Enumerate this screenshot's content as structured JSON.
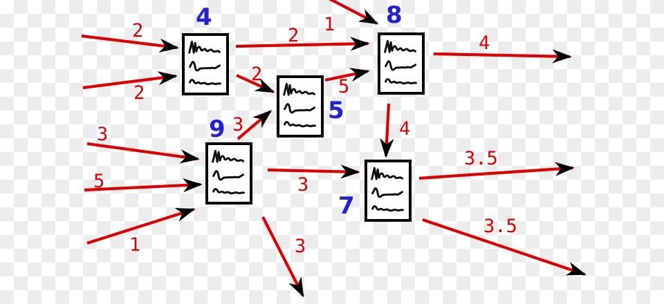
{
  "colors": {
    "edge": "#dd0000",
    "edge_label": "#dd0000",
    "node_label": "#2222d3",
    "node_border": "#000000",
    "node_fill": "#ffffff",
    "arrowhead": "#000000",
    "checker_light": "#ffffff",
    "checker_dark": "#ececec"
  },
  "nodes": [
    {
      "id": "4",
      "label": "4"
    },
    {
      "id": "8",
      "label": "8"
    },
    {
      "id": "5",
      "label": "5"
    },
    {
      "id": "9",
      "label": "9"
    },
    {
      "id": "7",
      "label": "7"
    }
  ],
  "edges": [
    {
      "from": "offscreen-left",
      "to": "4",
      "weight": "2"
    },
    {
      "from": "offscreen-left",
      "to": "4",
      "weight": "2"
    },
    {
      "from": "4",
      "to": "8",
      "weight": "2"
    },
    {
      "from": "offscreen-top",
      "to": "8",
      "weight": "1"
    },
    {
      "from": "4",
      "to": "5",
      "weight": "2"
    },
    {
      "from": "5",
      "to": "8",
      "weight": "5"
    },
    {
      "from": "8",
      "to": "offscreen-right",
      "weight": "4"
    },
    {
      "from": "8",
      "to": "7",
      "weight": "4"
    },
    {
      "from": "offscreen-left",
      "to": "9",
      "weight": "3"
    },
    {
      "from": "offscreen-left",
      "to": "9",
      "weight": "5"
    },
    {
      "from": "offscreen-left",
      "to": "9",
      "weight": "1"
    },
    {
      "from": "9",
      "to": "5",
      "weight": "3"
    },
    {
      "from": "9",
      "to": "7",
      "weight": "3"
    },
    {
      "from": "9",
      "to": "offscreen-bottom",
      "weight": "3"
    },
    {
      "from": "7",
      "to": "offscreen-right",
      "weight": "3.5"
    },
    {
      "from": "7",
      "to": "offscreen-bottom-right",
      "weight": "3.5"
    }
  ]
}
